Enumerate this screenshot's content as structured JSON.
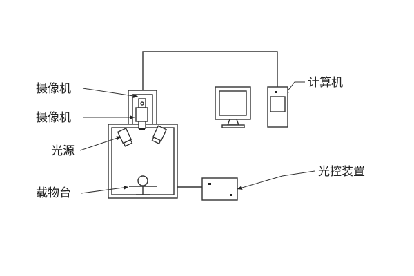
{
  "diagram": {
    "labels": {
      "camera_top": "摄像机",
      "camera_bottom": "摄像机",
      "light_source": "光源",
      "stage": "载物台",
      "computer": "计算机",
      "light_control": "光控装置"
    },
    "colors": {
      "line": "#333333",
      "text": "#222222",
      "background": "#ffffff"
    }
  }
}
